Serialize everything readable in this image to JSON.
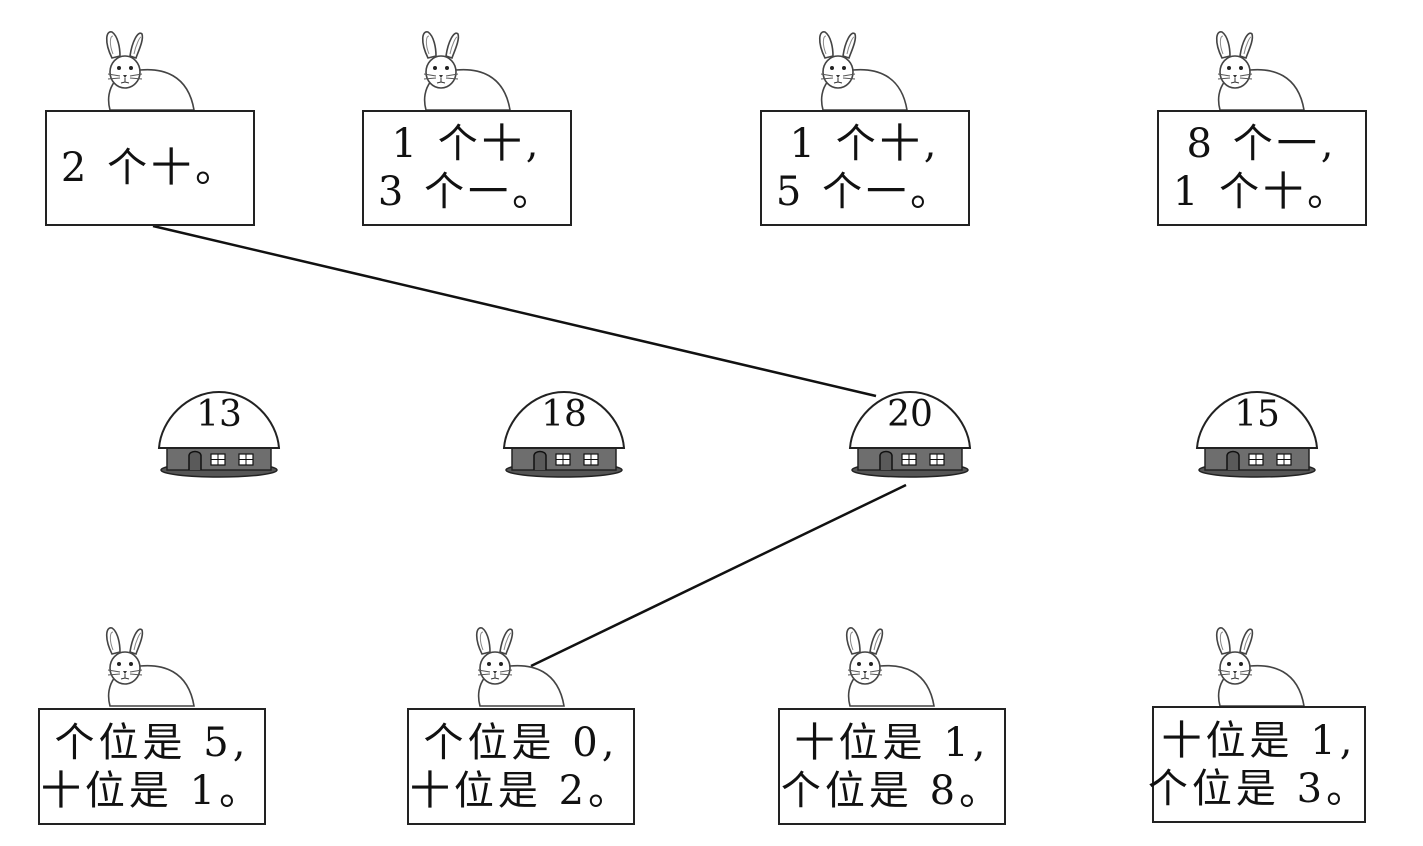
{
  "top_cards": [
    {
      "lines": [
        "2 个十。"
      ]
    },
    {
      "lines": [
        "1 个十,",
        "3 个一。"
      ]
    },
    {
      "lines": [
        "1 个十,",
        "5 个一。"
      ]
    },
    {
      "lines": [
        "8 个一,",
        "1 个十。"
      ]
    }
  ],
  "houses": [
    {
      "number": "13"
    },
    {
      "number": "18"
    },
    {
      "number": "20"
    },
    {
      "number": "15"
    }
  ],
  "bottom_cards": [
    {
      "lines": [
        "个位是 5,",
        "十位是 1。"
      ]
    },
    {
      "lines": [
        "个位是 0,",
        "十位是 2。"
      ]
    },
    {
      "lines": [
        "十位是 1,",
        "个位是 8。"
      ]
    },
    {
      "lines": [
        "十位是 1,",
        "个位是 3。"
      ]
    }
  ],
  "connections": [
    {
      "from": "top-card-1",
      "to": "house-3"
    },
    {
      "from": "bottom-card-2",
      "to": "house-3"
    }
  ],
  "colors": {
    "roof": "#ffffff",
    "wall": "#6e6e6e",
    "base": "#555555",
    "line": "#111111"
  },
  "icons": [
    "bunny-icon",
    "house-icon"
  ]
}
